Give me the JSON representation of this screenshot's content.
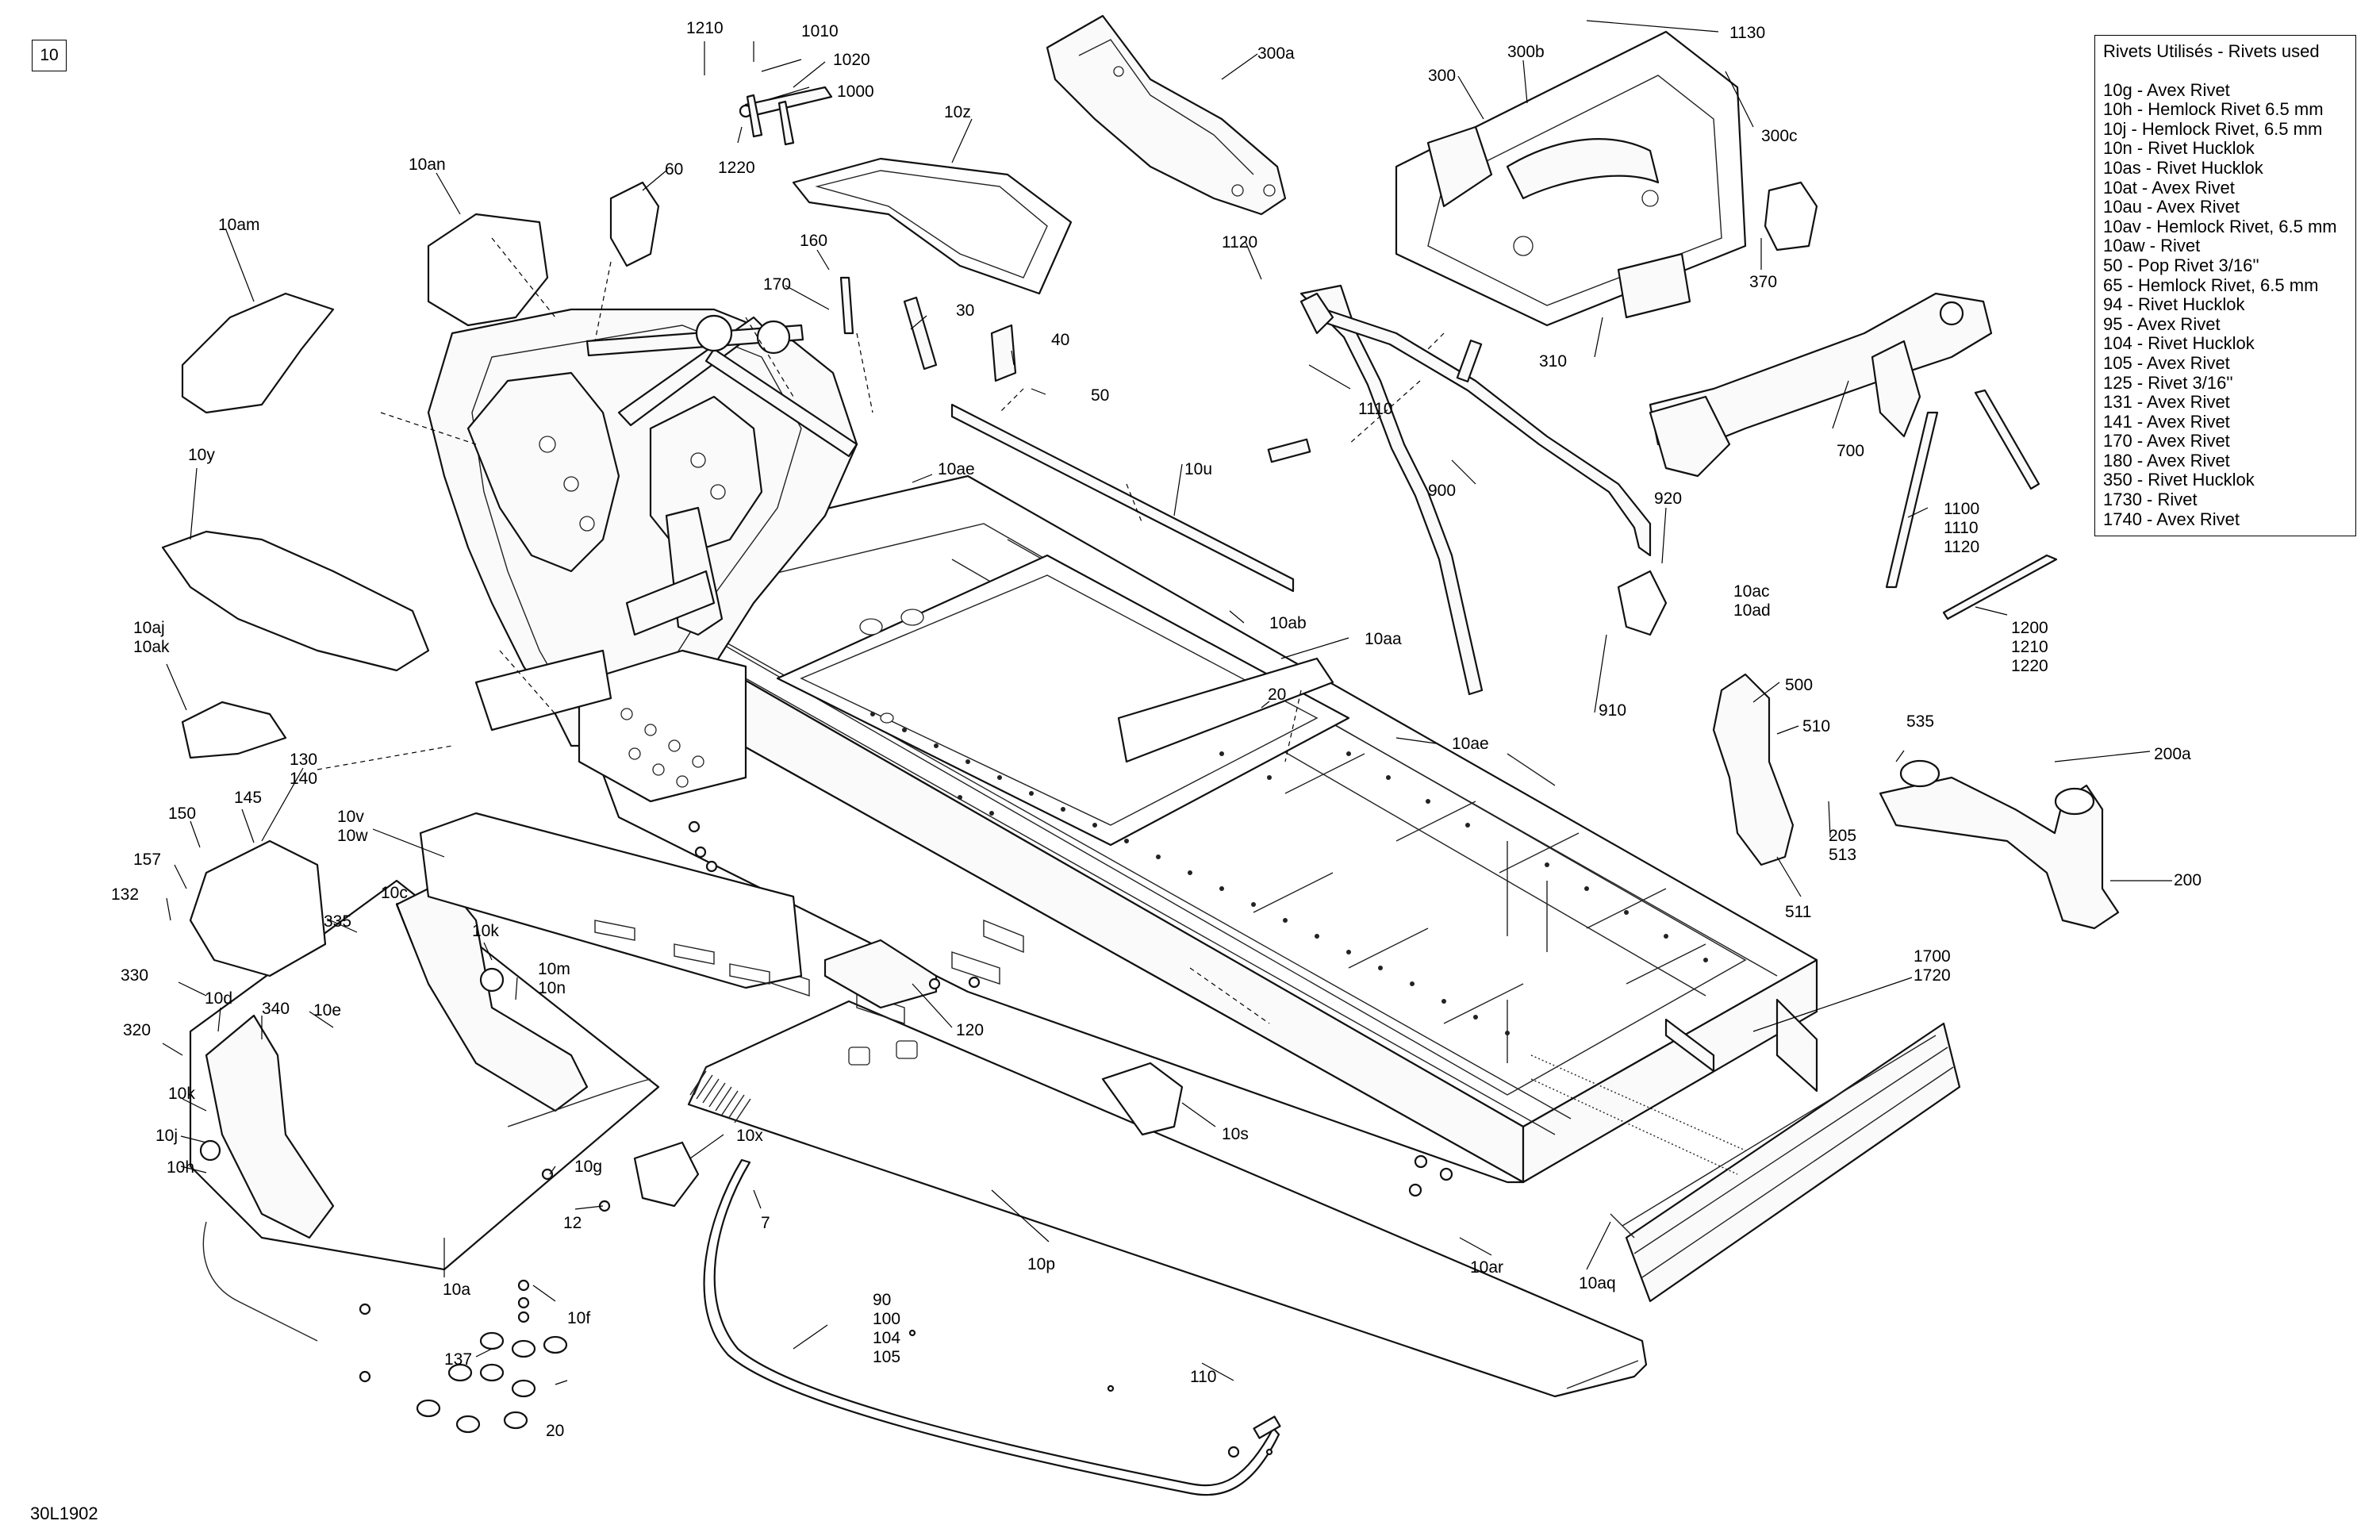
{
  "page_id": "10",
  "doc_code": "30L1902",
  "legend": {
    "title": "Rivets Utilisés - Rivets used",
    "items": [
      "10g - Avex Rivet",
      "10h - Hemlock Rivet 6.5 mm",
      "10j - Hemlock Rivet, 6.5 mm",
      "10n - Rivet Hucklok",
      "10as - Rivet Hucklok",
      "10at - Avex Rivet",
      "10au - Avex Rivet",
      "10av - Hemlock Rivet, 6.5 mm",
      "10aw - Rivet",
      "50 - Pop Rivet 3/16''",
      "65 - Hemlock Rivet, 6.5 mm",
      "94 - Rivet Hucklok",
      "95 - Avex Rivet",
      "104 - Rivet Hucklok",
      "105 - Avex Rivet",
      "125 - Rivet 3/16''",
      "131 - Avex Rivet",
      "141 - Avex Rivet",
      "170 - Avex Rivet",
      "180 - Avex Rivet",
      "350 - Rivet Hucklok",
      "1730 - Rivet",
      "1740 - Avex Rivet"
    ]
  },
  "callouts": [
    "1210",
    "1010",
    "1020",
    "1000",
    "1220",
    "300a",
    "1130",
    "300",
    "300b",
    "300c",
    "370",
    "310",
    "10z",
    "10an",
    "10am",
    "60",
    "160",
    "170",
    "30",
    "40",
    "50",
    "1120",
    "1110",
    "900",
    "700",
    "10y",
    "10ae",
    "10u",
    "920",
    "1100\n1110\n1120",
    "10ac\n10ad",
    "910",
    "1200\n1210\n1220",
    "10ab",
    "10aa",
    "10aj\n10ak",
    "20",
    "10ae",
    "500",
    "510",
    "535",
    "200a",
    "205\n513",
    "511",
    "200",
    "130\n140",
    "150",
    "145",
    "10v\n10w",
    "157",
    "132",
    "335",
    "10c",
    "10k",
    "10m\n10n",
    "330",
    "10d",
    "340",
    "320",
    "10e",
    "10k",
    "10j",
    "10h",
    "120",
    "1700\n1720",
    "10s",
    "10g",
    "12",
    "10x",
    "7",
    "10ar",
    "10aq",
    "10a",
    "10f",
    "137",
    "20",
    "10p",
    "90\n100\n104\n105",
    "110"
  ]
}
